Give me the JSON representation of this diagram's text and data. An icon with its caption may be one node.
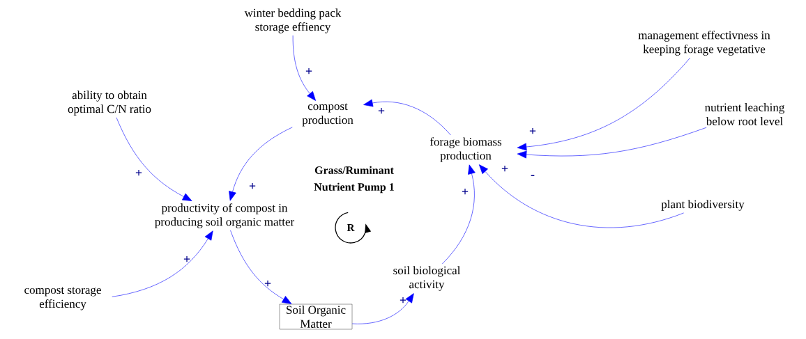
{
  "diagram": {
    "nodes": [
      {
        "text": [
          "winter bedding pack storage effiency"
        ]
      },
      {
        "text": [
          "management effectivness in keeping forage vegetative"
        ]
      },
      {
        "text": [
          "ability to obtain optimal C/N ratio"
        ]
      },
      {
        "text": [
          "compost production"
        ]
      },
      {
        "text": [
          "nutrient leaching below root level"
        ]
      },
      {
        "text": [
          "forage biomass production"
        ]
      },
      {
        "text": [
          "productivity of compost in producing soil organic matter"
        ]
      },
      {
        "text": [
          "plant biodiversity"
        ]
      },
      {
        "text": [
          "soil biological activity"
        ]
      },
      {
        "text": [
          "compost storage efficiency"
        ]
      },
      {
        "text": [
          "Soil Organic Matter"
        ]
      }
    ],
    "edges": [
      {
        "from": 0,
        "to": 3,
        "arrow": "to",
        "label": "+"
      },
      {
        "from": 5,
        "to": 3,
        "arrow": "to",
        "label": "+"
      },
      {
        "from": 2,
        "to": 6,
        "arrow": "to",
        "label": "+"
      },
      {
        "from": 3,
        "to": 6,
        "arrow": "to",
        "label": "+"
      },
      {
        "from": 1,
        "to": 5,
        "arrow": "to",
        "label": "+"
      },
      {
        "from": 4,
        "to": 5,
        "arrow": "to",
        "label": "-"
      },
      {
        "from": 7,
        "to": 5,
        "arrow": "to",
        "label": "+"
      },
      {
        "from": 8,
        "to": 5,
        "arrow": "to",
        "label": "+"
      },
      {
        "from": 9,
        "to": 6,
        "arrow": "to",
        "label": "+"
      },
      {
        "from": 6,
        "to": 10,
        "arrow": "to",
        "label": "+"
      },
      {
        "from": 10,
        "to": 8,
        "arrow": "to",
        "label": "+"
      }
    ],
    "labels": [
      "Grass/Ruminant Nutrient Pump 1",
      "R"
    ]
  }
}
